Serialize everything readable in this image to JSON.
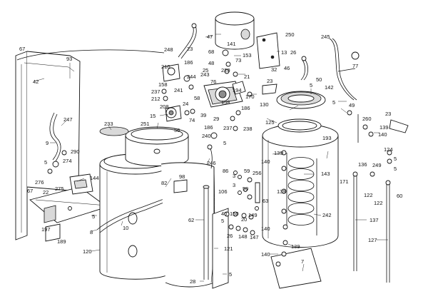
{
  "diagram": {
    "callouts": [
      {
        "id": "c67a",
        "text": "67"
      },
      {
        "id": "c93",
        "text": "93"
      },
      {
        "id": "c42",
        "text": "42"
      },
      {
        "id": "c247",
        "text": "247"
      },
      {
        "id": "c9",
        "text": "9"
      },
      {
        "id": "c290",
        "text": "290"
      },
      {
        "id": "c274",
        "text": "274"
      },
      {
        "id": "c5a",
        "text": "5"
      },
      {
        "id": "c276",
        "text": "276"
      },
      {
        "id": "c275",
        "text": "275"
      },
      {
        "id": "c144",
        "text": "144"
      },
      {
        "id": "c67b",
        "text": "67"
      },
      {
        "id": "c22",
        "text": "22"
      },
      {
        "id": "c197",
        "text": "197"
      },
      {
        "id": "c189",
        "text": "189"
      },
      {
        "id": "c120",
        "text": "120"
      },
      {
        "id": "c5b",
        "text": "5"
      },
      {
        "id": "c8",
        "text": "8"
      },
      {
        "id": "c10",
        "text": "10"
      },
      {
        "id": "c82",
        "text": "82"
      },
      {
        "id": "c233",
        "text": "233"
      },
      {
        "id": "c251",
        "text": "251"
      },
      {
        "id": "c15",
        "text": "15"
      },
      {
        "id": "c208",
        "text": "208"
      },
      {
        "id": "c24",
        "text": "24"
      },
      {
        "id": "c39",
        "text": "39"
      },
      {
        "id": "c74",
        "text": "74"
      },
      {
        "id": "c56",
        "text": "56"
      },
      {
        "id": "c240",
        "text": "240"
      },
      {
        "id": "c5c",
        "text": "5"
      },
      {
        "id": "c98",
        "text": "98"
      },
      {
        "id": "c246",
        "text": "246"
      },
      {
        "id": "c62",
        "text": "62"
      },
      {
        "id": "c121",
        "text": "121"
      },
      {
        "id": "c28",
        "text": "28"
      },
      {
        "id": "c5d",
        "text": "5"
      },
      {
        "id": "c248",
        "text": "248"
      },
      {
        "id": "c23a",
        "text": "23"
      },
      {
        "id": "c210",
        "text": "210"
      },
      {
        "id": "c186a",
        "text": "186"
      },
      {
        "id": "c25",
        "text": "25"
      },
      {
        "id": "c243",
        "text": "243"
      },
      {
        "id": "c244",
        "text": "244"
      },
      {
        "id": "c76",
        "text": "76"
      },
      {
        "id": "c158a",
        "text": "158"
      },
      {
        "id": "c241",
        "text": "241"
      },
      {
        "id": "c237a",
        "text": "237"
      },
      {
        "id": "c212",
        "text": "212"
      },
      {
        "id": "c58",
        "text": "58"
      },
      {
        "id": "c194",
        "text": "194"
      },
      {
        "id": "c158b",
        "text": "158"
      },
      {
        "id": "c170",
        "text": "170"
      },
      {
        "id": "c186b",
        "text": "186"
      },
      {
        "id": "c29",
        "text": "29"
      },
      {
        "id": "c186c",
        "text": "186"
      },
      {
        "id": "c237b",
        "text": "237"
      },
      {
        "id": "c238",
        "text": "238"
      },
      {
        "id": "c47",
        "text": "47"
      },
      {
        "id": "c141",
        "text": "141"
      },
      {
        "id": "c68",
        "text": "68"
      },
      {
        "id": "c153",
        "text": "153"
      },
      {
        "id": "c48",
        "text": "48"
      },
      {
        "id": "c73",
        "text": "73"
      },
      {
        "id": "c220",
        "text": "220"
      },
      {
        "id": "c21",
        "text": "21"
      },
      {
        "id": "c250",
        "text": "250"
      },
      {
        "id": "c13",
        "text": "13"
      },
      {
        "id": "c32",
        "text": "32"
      },
      {
        "id": "c46",
        "text": "46"
      },
      {
        "id": "c26",
        "text": "26"
      },
      {
        "id": "c245",
        "text": "245"
      },
      {
        "id": "c77",
        "text": "77"
      },
      {
        "id": "c23b",
        "text": "23"
      },
      {
        "id": "c50",
        "text": "50"
      },
      {
        "id": "c142",
        "text": "142"
      },
      {
        "id": "c5e",
        "text": "5"
      },
      {
        "id": "c49",
        "text": "49"
      },
      {
        "id": "c130",
        "text": "130"
      },
      {
        "id": "c5f",
        "text": "5"
      },
      {
        "id": "c125",
        "text": "125"
      },
      {
        "id": "c193",
        "text": "193"
      },
      {
        "id": "c260",
        "text": "260"
      },
      {
        "id": "c23c",
        "text": "23"
      },
      {
        "id": "c139a",
        "text": "139"
      },
      {
        "id": "c140a",
        "text": "140"
      },
      {
        "id": "c124",
        "text": "124"
      },
      {
        "id": "c5g",
        "text": "5"
      },
      {
        "id": "c249",
        "text": "249"
      },
      {
        "id": "c136",
        "text": "136"
      },
      {
        "id": "c5h",
        "text": "5"
      },
      {
        "id": "c171",
        "text": "171"
      },
      {
        "id": "c122a",
        "text": "122"
      },
      {
        "id": "c60",
        "text": "60"
      },
      {
        "id": "c122b",
        "text": "122"
      },
      {
        "id": "c137",
        "text": "137"
      },
      {
        "id": "c127",
        "text": "127"
      },
      {
        "id": "c139b",
        "text": "139"
      },
      {
        "id": "c140b",
        "text": "140"
      },
      {
        "id": "c143",
        "text": "143"
      },
      {
        "id": "c139c",
        "text": "139"
      },
      {
        "id": "c140c",
        "text": "140"
      },
      {
        "id": "c242",
        "text": "242"
      },
      {
        "id": "c139d",
        "text": "139"
      },
      {
        "id": "c140d",
        "text": "140"
      },
      {
        "id": "c7",
        "text": "7"
      },
      {
        "id": "c86",
        "text": "86"
      },
      {
        "id": "c3a",
        "text": "3"
      },
      {
        "id": "c59a",
        "text": "59"
      },
      {
        "id": "c3b",
        "text": "3"
      },
      {
        "id": "c106",
        "text": "106"
      },
      {
        "id": "c59b",
        "text": "59"
      },
      {
        "id": "c256",
        "text": "256"
      },
      {
        "id": "c63",
        "text": "63"
      },
      {
        "id": "c40",
        "text": "40"
      },
      {
        "id": "c150",
        "text": "150"
      },
      {
        "id": "c5i",
        "text": "5"
      },
      {
        "id": "c149",
        "text": "149"
      },
      {
        "id": "c20",
        "text": "20"
      },
      {
        "id": "c26b",
        "text": "26"
      },
      {
        "id": "c148",
        "text": "148"
      },
      {
        "id": "c147",
        "text": "147"
      }
    ]
  }
}
